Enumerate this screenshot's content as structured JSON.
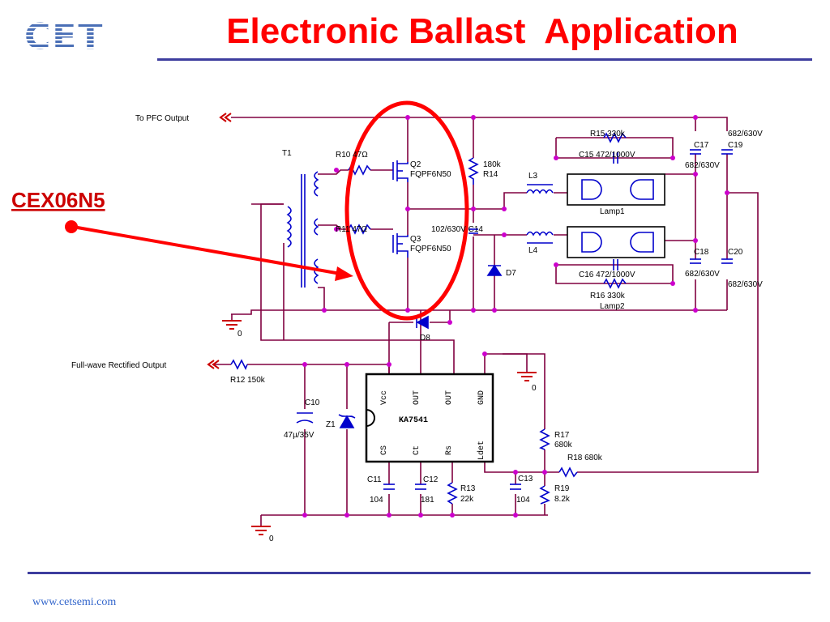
{
  "slide": {
    "title": "Electronic Ballast  Application",
    "logo": "CET",
    "footer": "www.cetsemi.com",
    "callout": "CEX06N5"
  },
  "colors": {
    "wire": "#800040",
    "component": "#0000cc",
    "node": "#cc00cc",
    "highlight": "#ff0000",
    "rule": "#3d3d9e"
  },
  "schematic": {
    "input_pfc": "To PFC Output",
    "input_rect": "Full-wave Rectified Output",
    "transformer": "T1",
    "r10": "R10 47Ω",
    "r11": "R11 47Ω",
    "q2_name": "Q2",
    "q2_part": "FQPF6N50",
    "q3_name": "Q3",
    "q3_part": "FQPF6N50",
    "r14_val": "180k",
    "r14_name": "R14",
    "c14": "102/630V  C14",
    "d7": "D7",
    "d8": "D8",
    "l3": "L3",
    "l4": "L4",
    "r15": "R15 330k",
    "c15": "C15 472/1000V",
    "lamp1": "Lamp1",
    "c16": "C16 472/1000V",
    "r16": "R16 330k",
    "lamp2": "Lamp2",
    "c17": "C17",
    "c17_val": "682/630V",
    "c19": "C19",
    "c19_val": "682/630V",
    "c18": "C18",
    "c18_val": "682/630V",
    "c20": "C20",
    "c20_val": "682/630V",
    "gnd0": "0",
    "gnd1": "0",
    "gnd2": "0",
    "r12": "R12 150k",
    "c10": "C10",
    "c10_val": "47µ/35V",
    "z1": "Z1",
    "ic": "KA7541",
    "pin_vcc": "Vcc",
    "pin_out1": "OUT",
    "pin_out2": "OUT",
    "pin_gnd": "GND",
    "pin_cs": "CS",
    "pin_ct": "Ct",
    "pin_rs": "Rs",
    "pin_ldet": "Ldet",
    "c11": "C11",
    "c11_val": "104",
    "c12": "C12",
    "c12_val": "181",
    "r13": "R13",
    "r13_val": "22k",
    "c13": "C13",
    "c13_val": "104",
    "r17": "R17",
    "r17_val": "680k",
    "r18": "R18 680k",
    "r19": "R19",
    "r19_val": "8.2k"
  }
}
